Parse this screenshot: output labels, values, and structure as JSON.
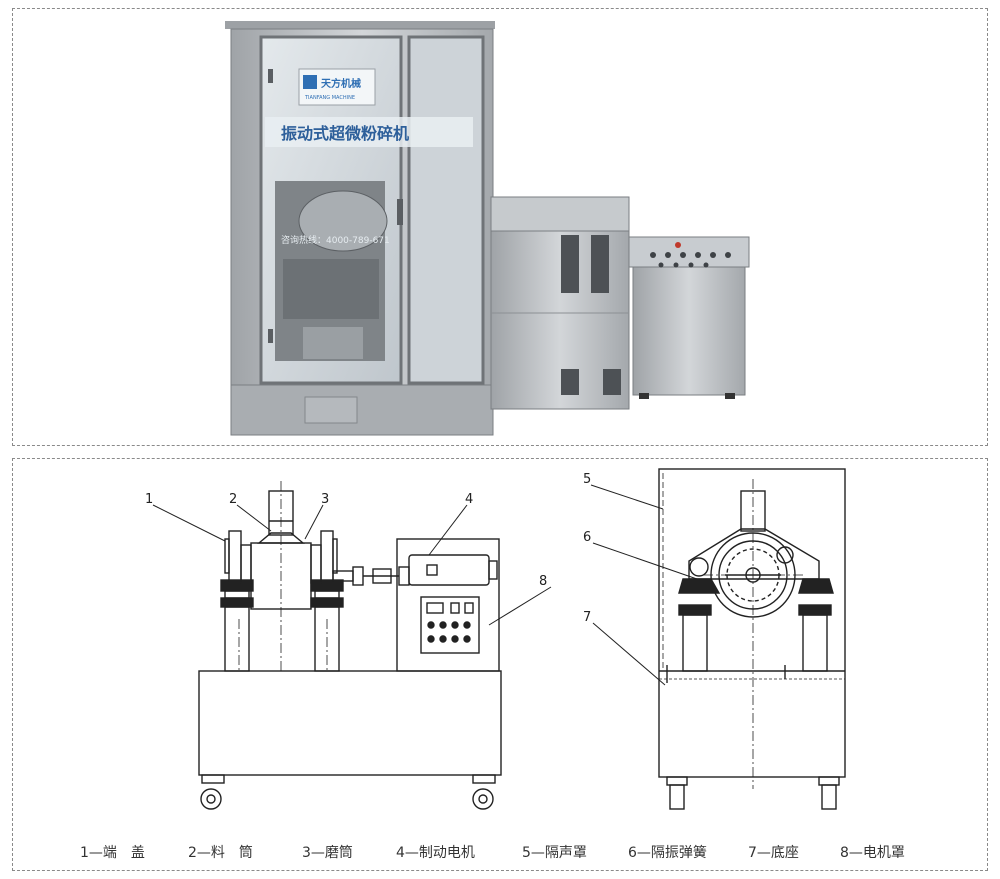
{
  "photo": {
    "brand_text": "天方机械",
    "brand_sub": "TIANFANG MACHINE",
    "machine_title": "振动式超微粉碎机",
    "hotline": "咨询热线：4000-789-671"
  },
  "callouts": [
    {
      "num": "1"
    },
    {
      "num": "2"
    },
    {
      "num": "3"
    },
    {
      "num": "4"
    },
    {
      "num": "5"
    },
    {
      "num": "6"
    },
    {
      "num": "7"
    },
    {
      "num": "8"
    }
  ],
  "legend": [
    {
      "label": "1—端　盖"
    },
    {
      "label": "2—料　筒"
    },
    {
      "label": "3—磨筒"
    },
    {
      "label": "4—制动电机"
    },
    {
      "label": "5—隔声罩"
    },
    {
      "label": "6—隔振弹簧"
    },
    {
      "label": "7—底座"
    },
    {
      "label": "8—电机罩"
    }
  ],
  "colors": {
    "steel": "#b9bcbf",
    "steel_dark": "#8e9296",
    "glass": "#d6dde2",
    "brand_blue": "#2f6fb4",
    "line": "#222222"
  }
}
